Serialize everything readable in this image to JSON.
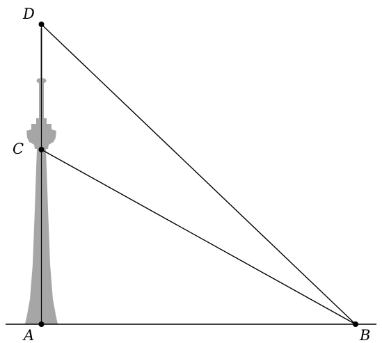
{
  "diagram": {
    "labels": {
      "A": "A",
      "B": "B",
      "C": "C",
      "D": "D"
    },
    "colors": {
      "tower": "#a6a6a6",
      "line": "#000000",
      "point": "#000000",
      "background": "#ffffff"
    },
    "icons": {
      "tower": "cn-tower-silhouette"
    }
  }
}
